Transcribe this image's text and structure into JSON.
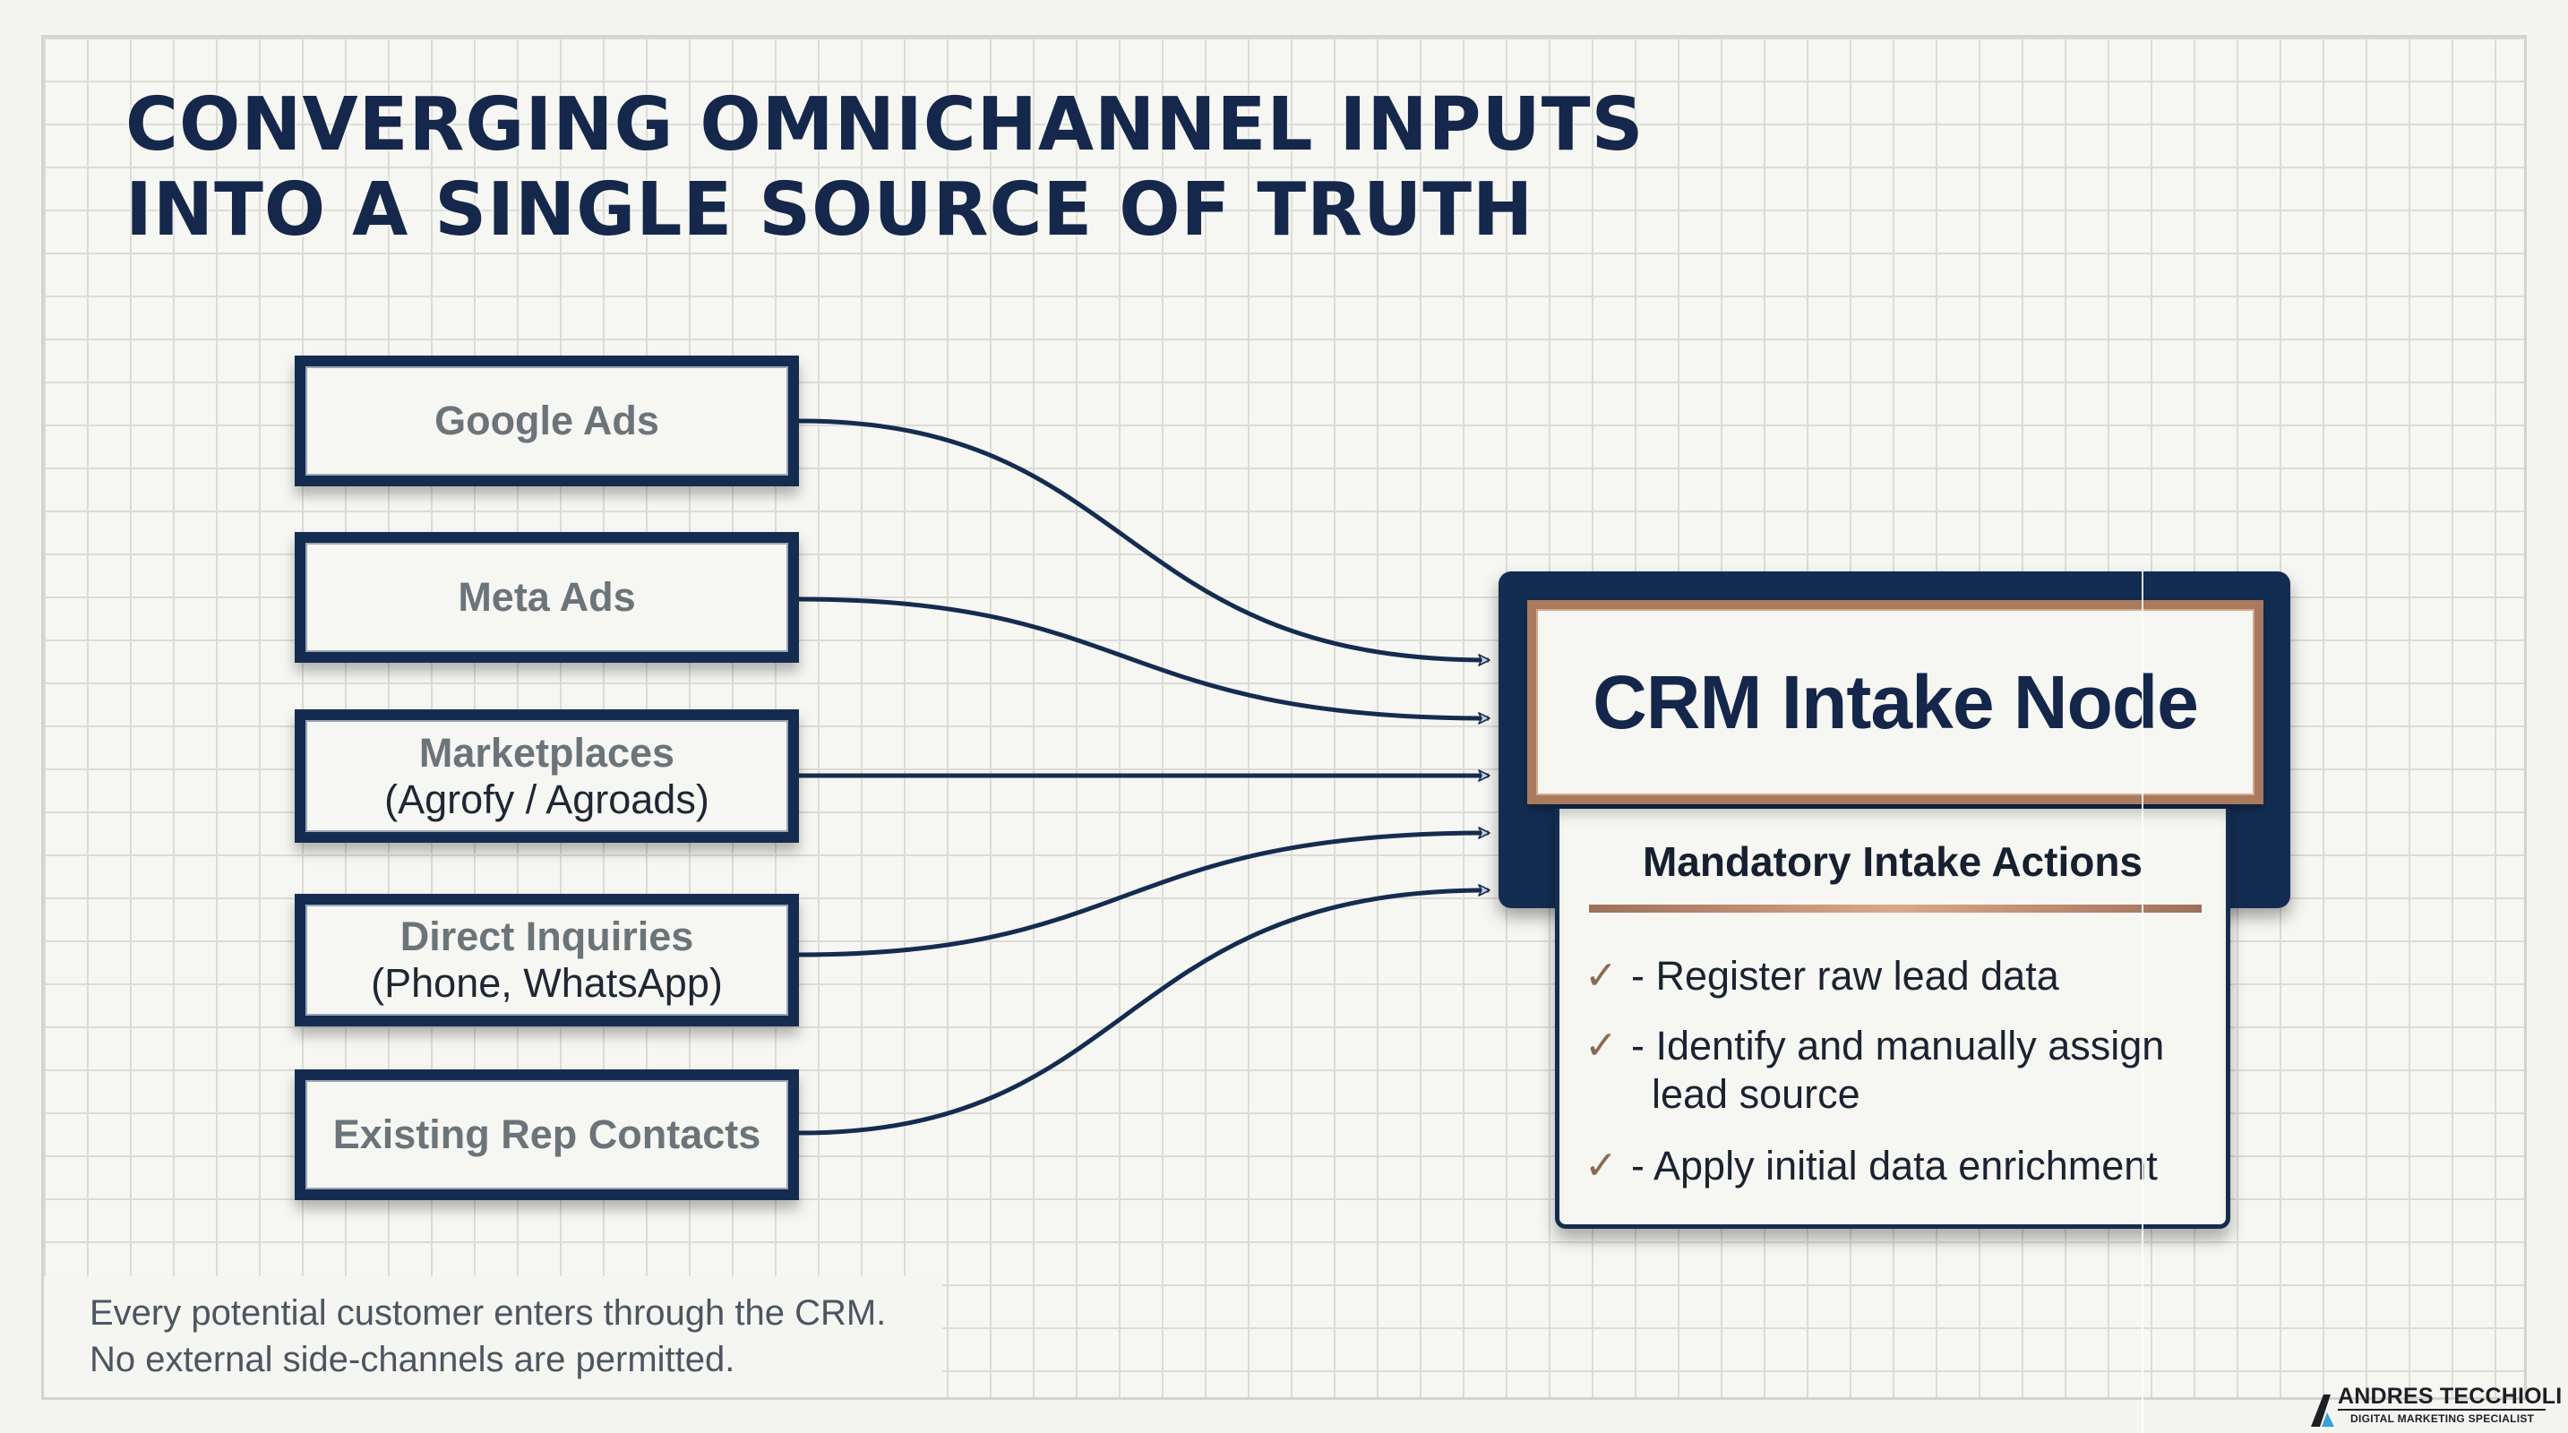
{
  "title": {
    "line1": "CONVERGING OMNICHANNEL INPUTS",
    "line2": "INTO A SINGLE SOURCE OF TRUTH"
  },
  "sources": [
    {
      "label": "Google Ads",
      "sub": ""
    },
    {
      "label": "Meta Ads",
      "sub": ""
    },
    {
      "label": "Marketplaces",
      "sub": "(Agrofy / Agroads)"
    },
    {
      "label": "Direct Inquiries",
      "sub": "(Phone, WhatsApp)"
    },
    {
      "label": "Existing Rep Contacts",
      "sub": ""
    }
  ],
  "crm": {
    "title": "CRM Intake Node",
    "actions_heading": "Mandatory Intake Actions",
    "actions": [
      {
        "icon": "check-icon",
        "text": "- Register raw lead data",
        "continuation": ""
      },
      {
        "icon": "check-icon",
        "text": "- Identify and manually assign",
        "continuation": "lead source"
      },
      {
        "icon": "check-icon",
        "text": "- Apply initial data enrichment",
        "continuation": ""
      }
    ]
  },
  "footer": {
    "line1": "Every potential customer enters through the CRM.",
    "line2": "No external side-channels are permitted."
  },
  "brand": {
    "name": "ANDRES TECCHIOLI",
    "tagline": "DIGITAL MARKETING SPECIALIST"
  },
  "colors": {
    "navy": "#142c4f",
    "copper": "#a97a5e",
    "check": "#8a6a52",
    "source_text": "#6b7479",
    "background": "#f6f6f2"
  }
}
